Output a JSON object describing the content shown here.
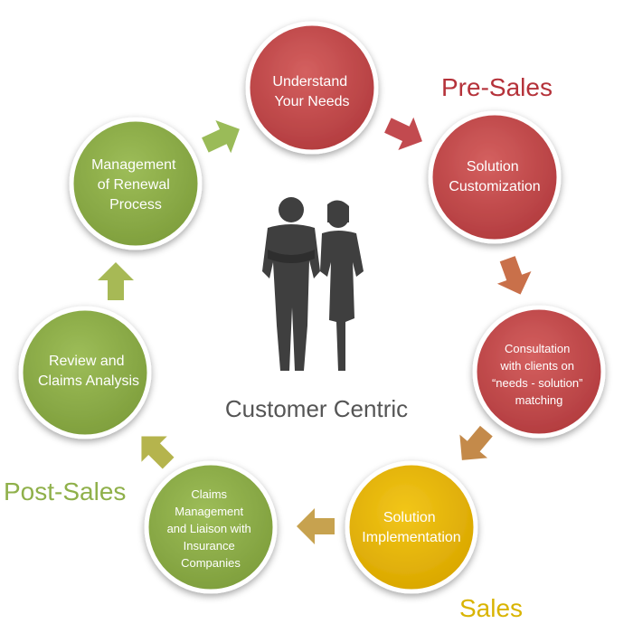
{
  "center": {
    "label": "Customer Centric"
  },
  "phases": {
    "pre_sales": "Pre-Sales",
    "sales": "Sales",
    "post_sales": "Post-Sales"
  },
  "nodes": [
    {
      "id": "understand-needs",
      "lines": [
        "Understand",
        "Your Needs"
      ]
    },
    {
      "id": "solution-customization",
      "lines": [
        "Solution",
        "Customization"
      ]
    },
    {
      "id": "consultation",
      "lines": [
        "Consultation",
        "with clients on",
        "“needs - solution”",
        "matching"
      ]
    },
    {
      "id": "solution-implementation",
      "lines": [
        "Solution",
        "Implementation"
      ]
    },
    {
      "id": "claims-management",
      "lines": [
        "Claims",
        "Management",
        "and Liaison with",
        "Insurance",
        "Companies"
      ]
    },
    {
      "id": "review-claims",
      "lines": [
        "Review and",
        "Claims Analysis"
      ]
    },
    {
      "id": "renewal-process",
      "lines": [
        "Management",
        "of Renewal",
        "Process"
      ]
    }
  ],
  "colors": {
    "red": "#c44b4c",
    "yellow": "#e6b800",
    "green": "#8fb04a",
    "arrow_red": "#c24a4f",
    "arrow_orange": "#c9704a",
    "arrow_brown": "#c48a4a",
    "arrow_tan": "#c7a24f",
    "arrow_olive": "#b5b44d",
    "arrow_green": "#9abb58",
    "phase_pre": "#b5323a",
    "phase_sales": "#d9b400",
    "phase_post": "#8fb04a",
    "silhouette": "#3f3f3f"
  },
  "icons": {
    "center": "businesspeople-silhouette-icon",
    "arrow": "arrow-right-icon"
  }
}
